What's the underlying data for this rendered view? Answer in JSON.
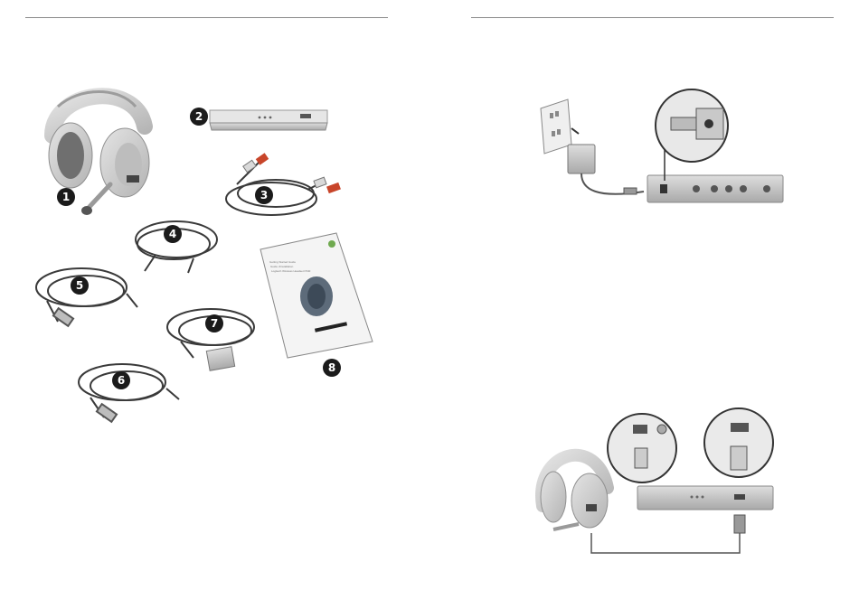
{
  "items": [
    {
      "number": "1",
      "name": "wireless headset"
    },
    {
      "number": "2",
      "name": "base station"
    },
    {
      "number": "3",
      "name": "rca audio cable"
    },
    {
      "number": "4",
      "name": "3.5mm audio cable"
    },
    {
      "number": "5",
      "name": "usb charging cable"
    },
    {
      "number": "6",
      "name": "usb cable"
    },
    {
      "number": "7",
      "name": "power adapter"
    },
    {
      "number": "8",
      "name": "user guide booklet"
    }
  ],
  "base_brand": "Logitech",
  "booklet_lines": [
    "Getting Started Guide",
    "Guide d'installation",
    "Logitech Wireless Headset F540"
  ],
  "colors": {
    "device_gray": "#c9c9c9",
    "dark": "#3a3a3a",
    "rca_red": "#c8452a",
    "badge": "#1b1b1b"
  }
}
